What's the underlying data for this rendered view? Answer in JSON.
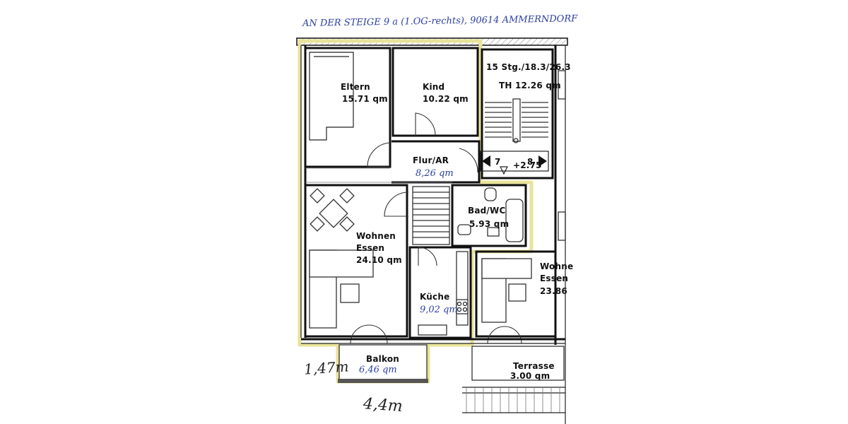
{
  "address_note": "AN DER STEIGE 9 a (1.OG-rechts), 90614 AMMERNDORF",
  "rooms": {
    "eltern": {
      "name": "Eltern",
      "area": "15.71 qm"
    },
    "kind": {
      "name": "Kind",
      "area": "10.22 qm"
    },
    "treppenhaus": {
      "steps": "15 Stg./18.3/26.3",
      "area": "TH 12.26 qm"
    },
    "flur": {
      "name": "Flur/AR",
      "area": "8,26 qm"
    },
    "bad": {
      "name": "Bad/WC",
      "area": "5.93 qm"
    },
    "wohnen": {
      "name_line1": "Wohnen",
      "name_line2": "Essen",
      "area": "24.10 qm"
    },
    "kueche": {
      "name": "Küche",
      "area": "9,02 qm"
    },
    "wohnen_neighbor": {
      "name_line1": "Wohne",
      "name_line2": "Essen",
      "area": "23.86"
    },
    "balkon": {
      "name": "Balkon",
      "area": "6,46 qm"
    },
    "terrasse": {
      "name": "Terrasse",
      "area": "3.00 qm"
    }
  },
  "landing": {
    "left": "7",
    "level": "+2.75",
    "right": "8"
  },
  "dimensions": {
    "balcony_depth": "1,47m",
    "balcony_width": "4,4m"
  },
  "colors": {
    "ink": "#111111",
    "handwriting": "#2a3fa0",
    "highlight": "#e9e39a"
  }
}
